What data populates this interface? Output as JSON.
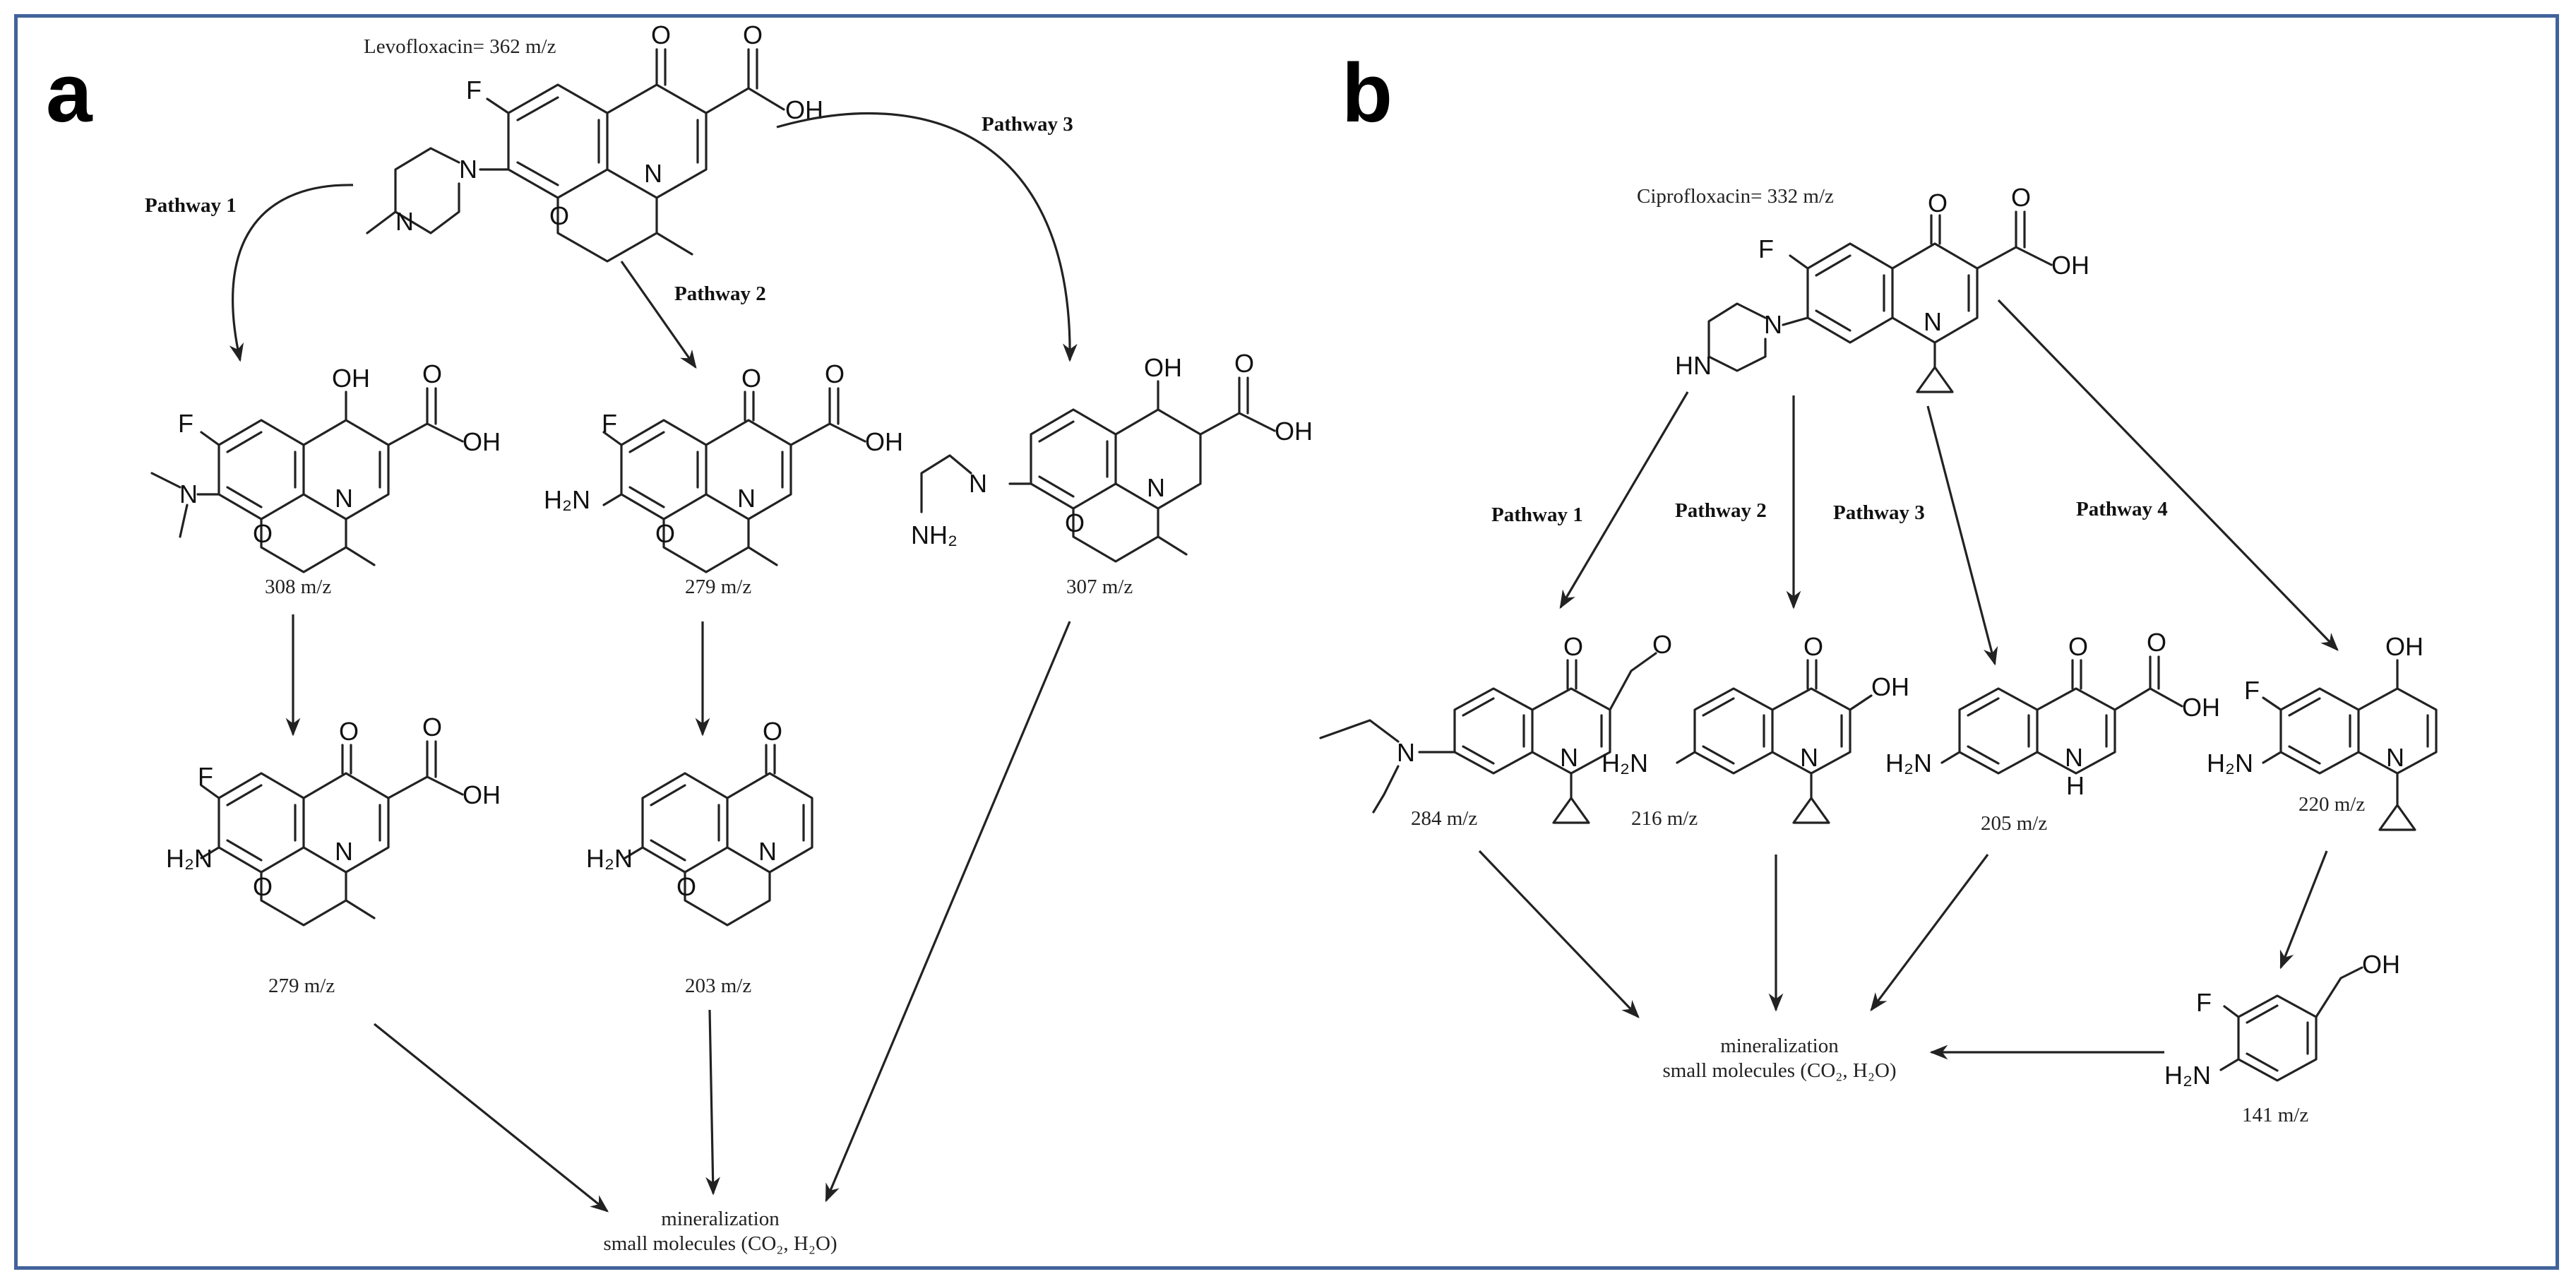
{
  "panels": {
    "a": "a",
    "b": "b"
  },
  "panel_a": {
    "parent_label": "Levofloxacin= 362 m/z",
    "pathways": [
      "Pathway 1",
      "Pathway 2",
      "Pathway 3"
    ],
    "products": [
      {
        "mz": "308 m/z"
      },
      {
        "mz": "279 m/z"
      },
      {
        "mz": "307 m/z"
      },
      {
        "mz": "279 m/z"
      },
      {
        "mz": "203 m/z"
      }
    ],
    "mineralization_line1": "mineralization",
    "mineralization_line2": "small molecules (CO₂, H₂O)"
  },
  "panel_b": {
    "parent_label": "Ciprofloxacin= 332 m/z",
    "pathways": [
      "Pathway 1",
      "Pathway 2",
      "Pathway 3",
      "Pathway 4"
    ],
    "products": [
      {
        "mz": "284 m/z"
      },
      {
        "mz": "216 m/z"
      },
      {
        "mz": "205 m/z"
      },
      {
        "mz": "220 m/z"
      },
      {
        "mz": "141 m/z"
      }
    ],
    "mineralization_line1": "mineralization",
    "mineralization_line2": "small molecules (CO₂, H₂O)"
  },
  "atoms": {
    "F": "F",
    "O": "O",
    "OH": "OH",
    "N": "N",
    "NH2": "NH₂",
    "H2N": "H₂N",
    "HN": "HN",
    "H": "H"
  },
  "colors": {
    "frame": "#41639b",
    "ink": "#222222"
  }
}
